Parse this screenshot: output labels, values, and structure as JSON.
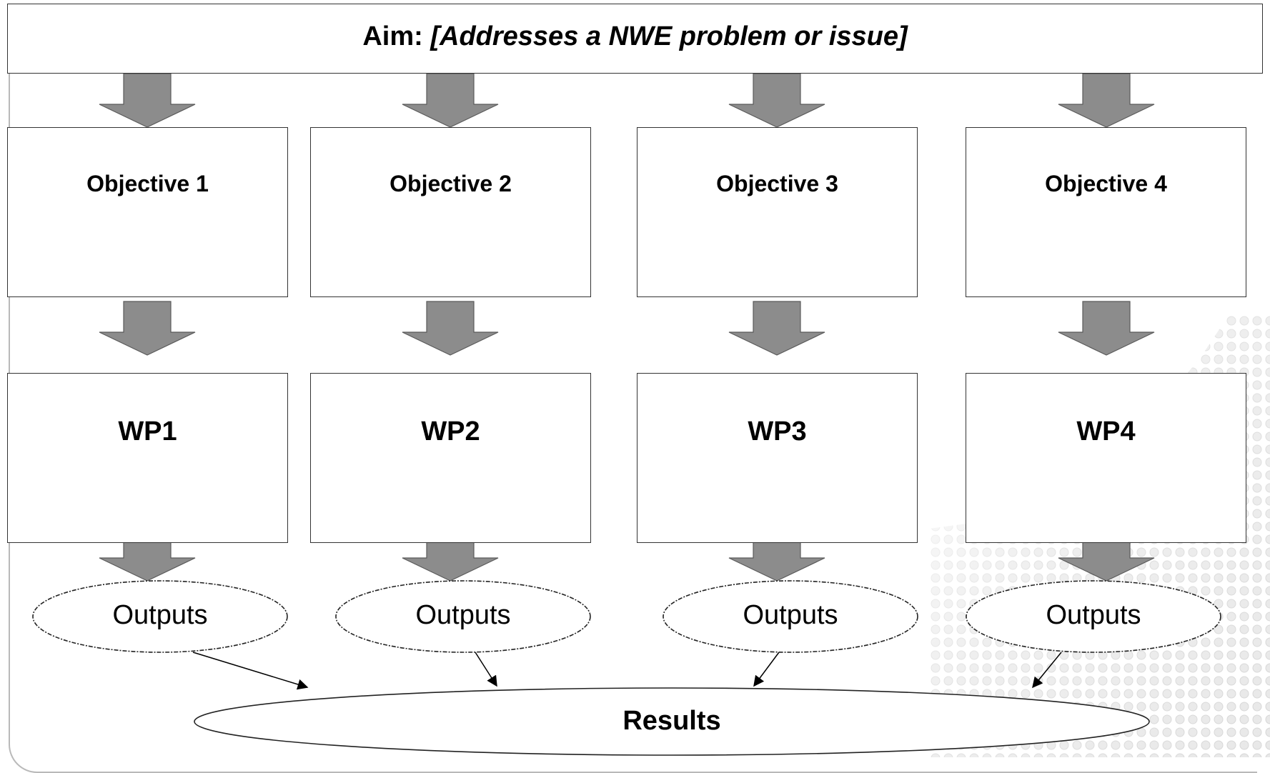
{
  "aim": {
    "prefix": "Aim: ",
    "text": "[Addresses a NWE problem or issue]"
  },
  "objectives": [
    "Objective 1",
    "Objective 2",
    "Objective 3",
    "Objective 4"
  ],
  "work_packages": [
    "WP1",
    "WP2",
    "WP3",
    "WP4"
  ],
  "outputs": [
    "Outputs",
    "Outputs",
    "Outputs",
    "Outputs"
  ],
  "results": "Results",
  "colors": {
    "arrow_fill": "#8c8c8c",
    "arrow_stroke": "#5a5a5a",
    "dots": "#e6e6e6",
    "border": "#333333"
  }
}
